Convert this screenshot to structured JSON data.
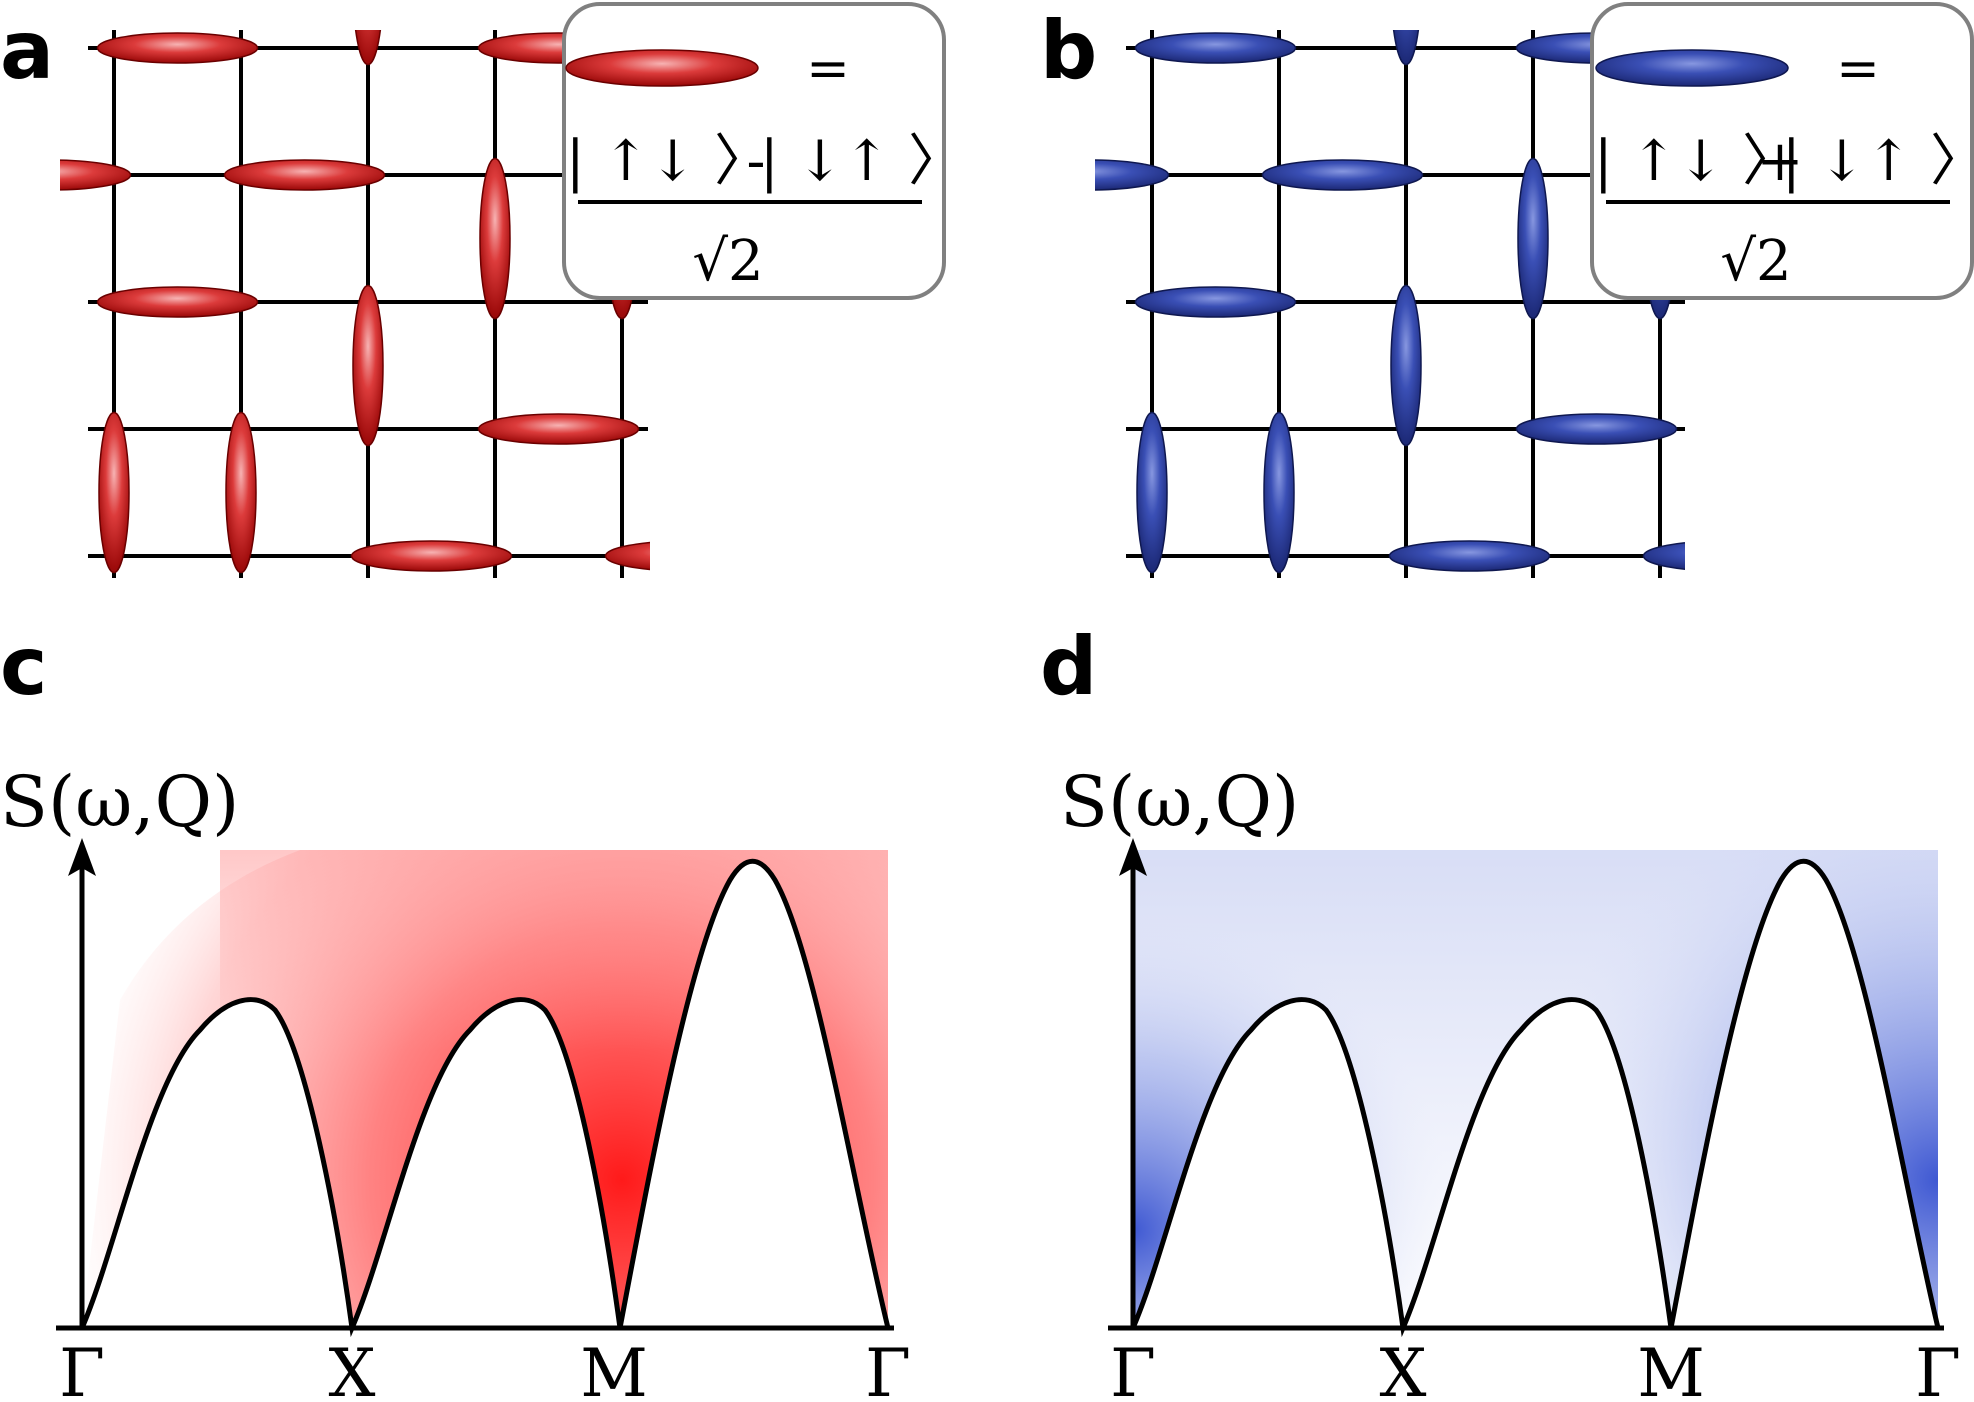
{
  "colors": {
    "red_dimer": "#c41010",
    "red_highlight": "#f6a6a6",
    "blue_dimer": "#2c3f9e",
    "blue_highlight": "#7f92e2",
    "red_continuum": "#ff2020",
    "blue_continuum": "#3a55d0"
  },
  "panels": {
    "a": {
      "letter": "a",
      "inset": {
        "equals": "=",
        "ket1": "| ↑↓ 〉",
        "sign": "-",
        "ket2": "| ↓↑ 〉",
        "denominator": "√2"
      }
    },
    "b": {
      "letter": "b",
      "inset": {
        "equals": "=",
        "ket1": "| ↑↓ 〉",
        "sign": "+",
        "ket2": "| ↓↑ 〉",
        "denominator": "√2"
      }
    },
    "c": {
      "letter": "c",
      "ylabel": "S(ω,Q)",
      "ticks": [
        "Γ",
        "X",
        "M",
        "Γ"
      ]
    },
    "d": {
      "letter": "d",
      "ylabel": "S(ω,Q)",
      "ticks": [
        "Γ",
        "X",
        "M",
        "Γ"
      ]
    }
  }
}
